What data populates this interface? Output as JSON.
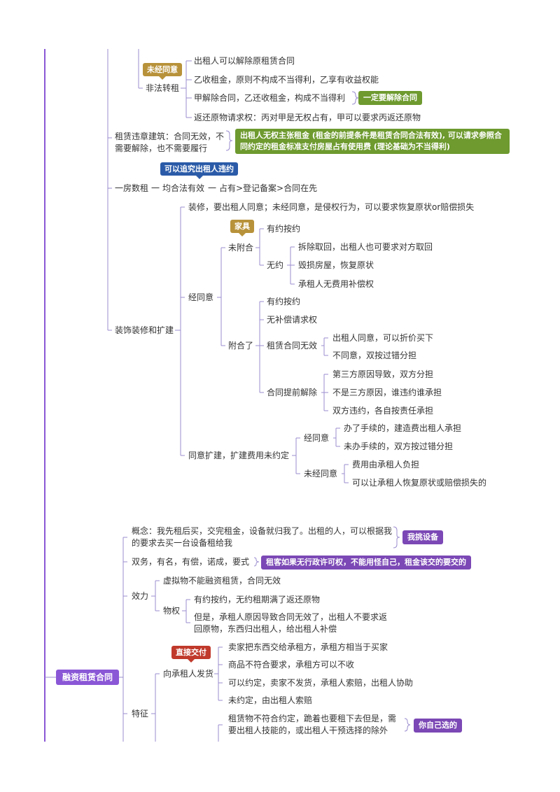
{
  "badges": {
    "unauthorized": "未经同意",
    "pursue": "可以追究出租人违约",
    "furniture": "家具",
    "direct": "直接交付"
  },
  "notes": {
    "must_terminate": "一定要解除合同",
    "illegal_build": "出租人无权主张租金 (租金的前提条件是租赁合同合法有效), 可以请求参照合同约定的租金标准支付房屋占有使用费 (理论基础为不当得利)",
    "pick": "我挑设备",
    "lessee": "租客如果无行政许可权，不能用怪自己，租金该交的要交的",
    "own_choice": "你自己选的"
  },
  "sublet": {
    "label": "非法转租",
    "items": [
      "出租人可以解除原租赁合同",
      "乙收租金，原则不构成不当得利，乙享有收益权能",
      "甲解除合同，乙还收租金，构成不当得利",
      "返还原物请求权：丙对甲是无权占有，甲可以要求丙返还原物"
    ]
  },
  "illegal": {
    "label": "租赁违章建筑：合同无效，不需要解除，也不需要履行"
  },
  "multi": {
    "label": "一房数租",
    "dash1": "一",
    "valid": "均合法有效",
    "dash2": "一",
    "order": "占有>登记备案>合同在先"
  },
  "deco": {
    "label": "装饰装修和扩建",
    "consent_item": "装修，要出租人同意；未经同意，是侵权行为，可以要求恢复原状or赔偿损失",
    "approved": "经同意",
    "unattached": "未附合",
    "agreed": "有约按约",
    "none": "无约",
    "none_items": [
      "拆除取回，出租人也可要求对方取回",
      "毁损房屋，恢复原状",
      "承租人无费用补偿权"
    ],
    "attached": "附合了",
    "att_agreed": "有约按约",
    "att_nocomp": "无补偿请求权",
    "invalid": "租赁合同无效",
    "invalid_items": [
      "出租人同意，可以折价买下",
      "不同意，双按过错分担"
    ],
    "early": "合同提前解除",
    "early_items": [
      "第三方原因导致，双方分担",
      "不是三方原因，谁违约谁承担",
      "双方违约，各自按责任承担"
    ],
    "expand": "同意扩建，扩建费用未约定",
    "exp_yes": "经同意",
    "exp_yes_items": [
      "办了手续的，建造费出租人承担",
      "未办手续的，双方按过错分担"
    ],
    "exp_no": "未经同意",
    "exp_no_items": [
      "费用由承租人负担",
      "可以让承租人恢复原状或赔偿损失的"
    ]
  },
  "finance": {
    "root": "融资租赁合同",
    "concept": "概念：我先租后买，交完租金，设备就归我了。出租的人，可以根据我的要求去买一台设备租给我",
    "nature": "双务，有名，有偿，诺成，要式",
    "effect": "效力",
    "virtual": "虚拟物不能融资租赁，合同无效",
    "property": "物权",
    "prop_items": [
      "有约按约，无约租期满了返还原物",
      "但是，承租人原因导致合同无效了，出租人不要求返回原物，东西归出租人，给出租人补偿"
    ],
    "feature": "特征",
    "deliver": "向承租人发货",
    "deliver_items": [
      "卖家把东西交给承租方，承租方相当于买家",
      "商品不符合要求，承租方可以不收",
      "可以约定，卖家不发货，承租人索赔，出租人协助",
      "未约定，由出租人索赔"
    ],
    "last_item": "租赁物不符合约定，跪着也要租下去但是，需要出租人技能的，或出租人干预选择的除外"
  }
}
